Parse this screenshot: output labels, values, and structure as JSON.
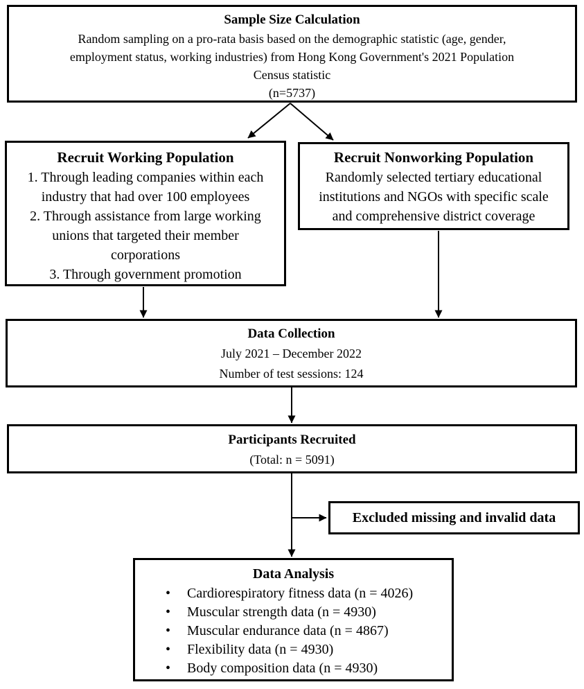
{
  "colors": {
    "ink": "#000000",
    "paper": "#ffffff"
  },
  "bullet_char": "•",
  "diagram": {
    "sample_size": {
      "title": "Sample Size Calculation",
      "lines": [
        "Random sampling on a pro-rata basis based on the demographic statistic (age, gender,",
        "employment status, working industries) from Hong Kong Government's 2021 Population",
        "Census statistic",
        "(n=5737)"
      ]
    },
    "recruit_working": {
      "title": "Recruit Working Population",
      "lines": [
        "1. Through leading companies within each",
        "industry that had over 100 employees",
        "2. Through assistance from large working",
        "unions that targeted their member",
        "corporations",
        "3. Through government promotion"
      ]
    },
    "recruit_nonworking": {
      "title": "Recruit Nonworking Population",
      "lines": [
        "Randomly selected tertiary educational",
        "institutions and NGOs with specific scale",
        "and comprehensive district coverage"
      ]
    },
    "data_collection": {
      "title": "Data Collection",
      "lines": [
        "July 2021 – December 2022",
        "Number of test sessions: 124"
      ]
    },
    "participants": {
      "title": "Participants Recruited",
      "lines": [
        "(Total: n = 5091)"
      ]
    },
    "excluded": {
      "title": "Excluded missing and invalid data"
    },
    "data_analysis": {
      "title": "Data Analysis",
      "items": [
        "Cardiorespiratory fitness data (n = 4026)",
        "Muscular strength data (n = 4930)",
        "Muscular endurance data (n = 4867)",
        "Flexibility data (n = 4930)",
        "Body composition data (n = 4930)"
      ]
    }
  }
}
